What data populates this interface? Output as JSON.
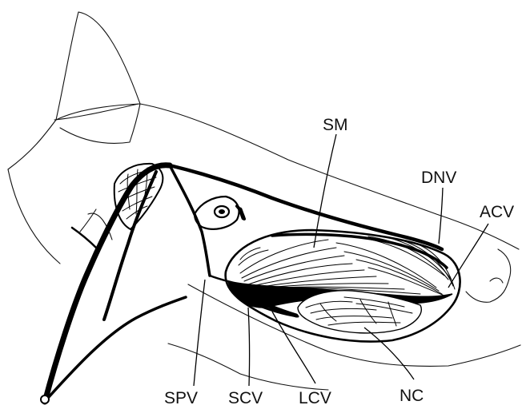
{
  "labels": {
    "sm": "SM",
    "dnv": "DNV",
    "acv": "ACV",
    "spv": "SPV",
    "scv": "SCV",
    "lcv": "LCV",
    "nc": "NC"
  },
  "colors": {
    "ink": "#000000",
    "background": "#ffffff"
  }
}
